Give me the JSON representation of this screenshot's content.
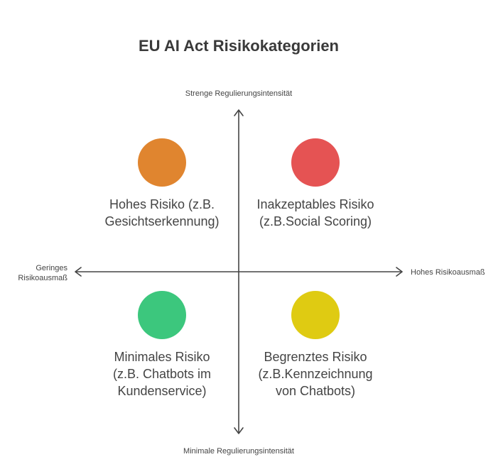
{
  "title": "EU AI Act Risikokategorien",
  "axes": {
    "top": "Strenge Regulierungsintensität",
    "bottom": "Minimale Regulierungsintensität",
    "left": "Geringes\nRisikoausmaß",
    "right": "Hohes Risikoausmaß"
  },
  "quadrants": {
    "top_left": {
      "label": "Hohes Risiko (z.B.\nGesichtserkennung)",
      "color": "#e0852f"
    },
    "top_right": {
      "label": "Inakzeptables Risiko\n(z.B.Social Scoring)",
      "color": "#e55353"
    },
    "bottom_left": {
      "label": "Minimales Risiko\n(z.B. Chatbots im\nKundenservice)",
      "color": "#3cc77d"
    },
    "bottom_right": {
      "label": "Begrenztes Risiko\n(z.B.Kennzeichnung\nvon Chatbots)",
      "color": "#dfcb12"
    }
  }
}
